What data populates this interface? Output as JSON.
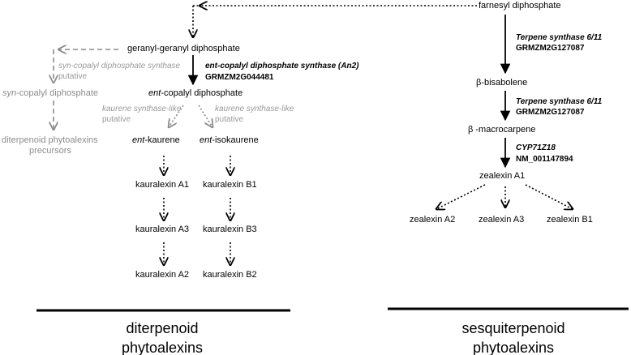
{
  "left": {
    "ggpp": "geranyl-geranyl diphosphate",
    "syn_enzyme": "syn-copalyl diphosphate synthase",
    "syn_putative": "putative",
    "syn_cpp_prefix": "syn",
    "syn_cpp_suffix": "-copalyl diphosphate",
    "precursors_line1": "diterpenoid phytoalexins",
    "precursors_line2": "precursors",
    "an2_name": "ent-copalyl diphosphate synthase  (An2)",
    "an2_id": "GRMZM2G044481",
    "ent_cpp_prefix": "ent",
    "ent_cpp_suffix": "-copalyl diphosphate",
    "ks_left": "kaurene synthase-like",
    "ks_left_putative": "putative",
    "ks_right": "kaurene synthase-like",
    "ks_right_putative": "putative",
    "ent_kaurene_prefix": "ent",
    "ent_kaurene_suffix": "-kaurene",
    "ent_isokaurene_prefix": "ent",
    "ent_isokaurene_suffix": "-isokaurene",
    "kA1": "kauralexin A1",
    "kA3": "kauralexin A3",
    "kA2": "kauralexin A2",
    "kB1": "kauralexin B1",
    "kB3": "kauralexin B3",
    "kB2": "kauralexin B2",
    "section_line1": "diterpenoid",
    "section_line2": "phytoalexins"
  },
  "right": {
    "fpp": "farnesyl diphosphate",
    "tps1_name": "Terpene synthase 6/11",
    "tps1_id": "GRMZM2G127087",
    "bisabolene": "β-bisabolene",
    "tps2_name": "Terpene synthase 6/11",
    "tps2_id": "GRMZM2G127087",
    "macrocarpene": "β -macrocarpene",
    "cyp_name": "CYP71Z18",
    "cyp_id": "NM_001147894",
    "zA1": "zealexin A1",
    "zA2": "zealexin A2",
    "zA3": "zealexin  A3",
    "zB1": "zealexin B1",
    "section_line1": "sesquiterpenoid",
    "section_line2": "phytoalexins"
  },
  "colors": {
    "solid": "#000000",
    "dashed_gray": "#8c8c8c"
  }
}
